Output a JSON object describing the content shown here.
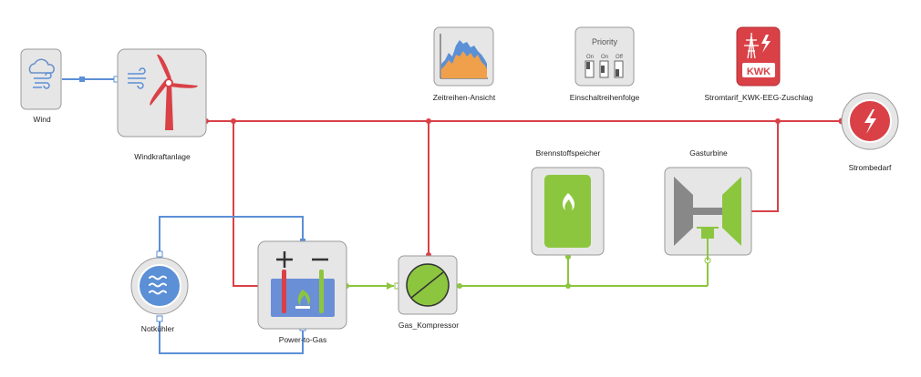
{
  "nodes": {
    "wind": "Wind",
    "wind_turbine": "Windkraftanlage",
    "timeseries": "Zeitreihen-Ansicht",
    "switch_order": "Einschaltreihenfolge",
    "tariff": "Stromtarif_KWK-EEG-Zuschlag",
    "demand": "Strombedarf",
    "fuel_storage": "Brennstoffspeicher",
    "gas_turbine": "Gasturbine",
    "cooler": "Notkühler",
    "p2g": "Power-to-Gas",
    "compressor": "Gas_Kompressor"
  },
  "priority_widget": {
    "title": "Priority",
    "on1": "On",
    "on2": "On",
    "off": "Off"
  },
  "tariff_badge": "KWK",
  "colors": {
    "power_line": "#d94147",
    "gas_line": "#8cc63f",
    "water_line": "#5b8fd6",
    "tile_bg": "#e6e6e6"
  }
}
